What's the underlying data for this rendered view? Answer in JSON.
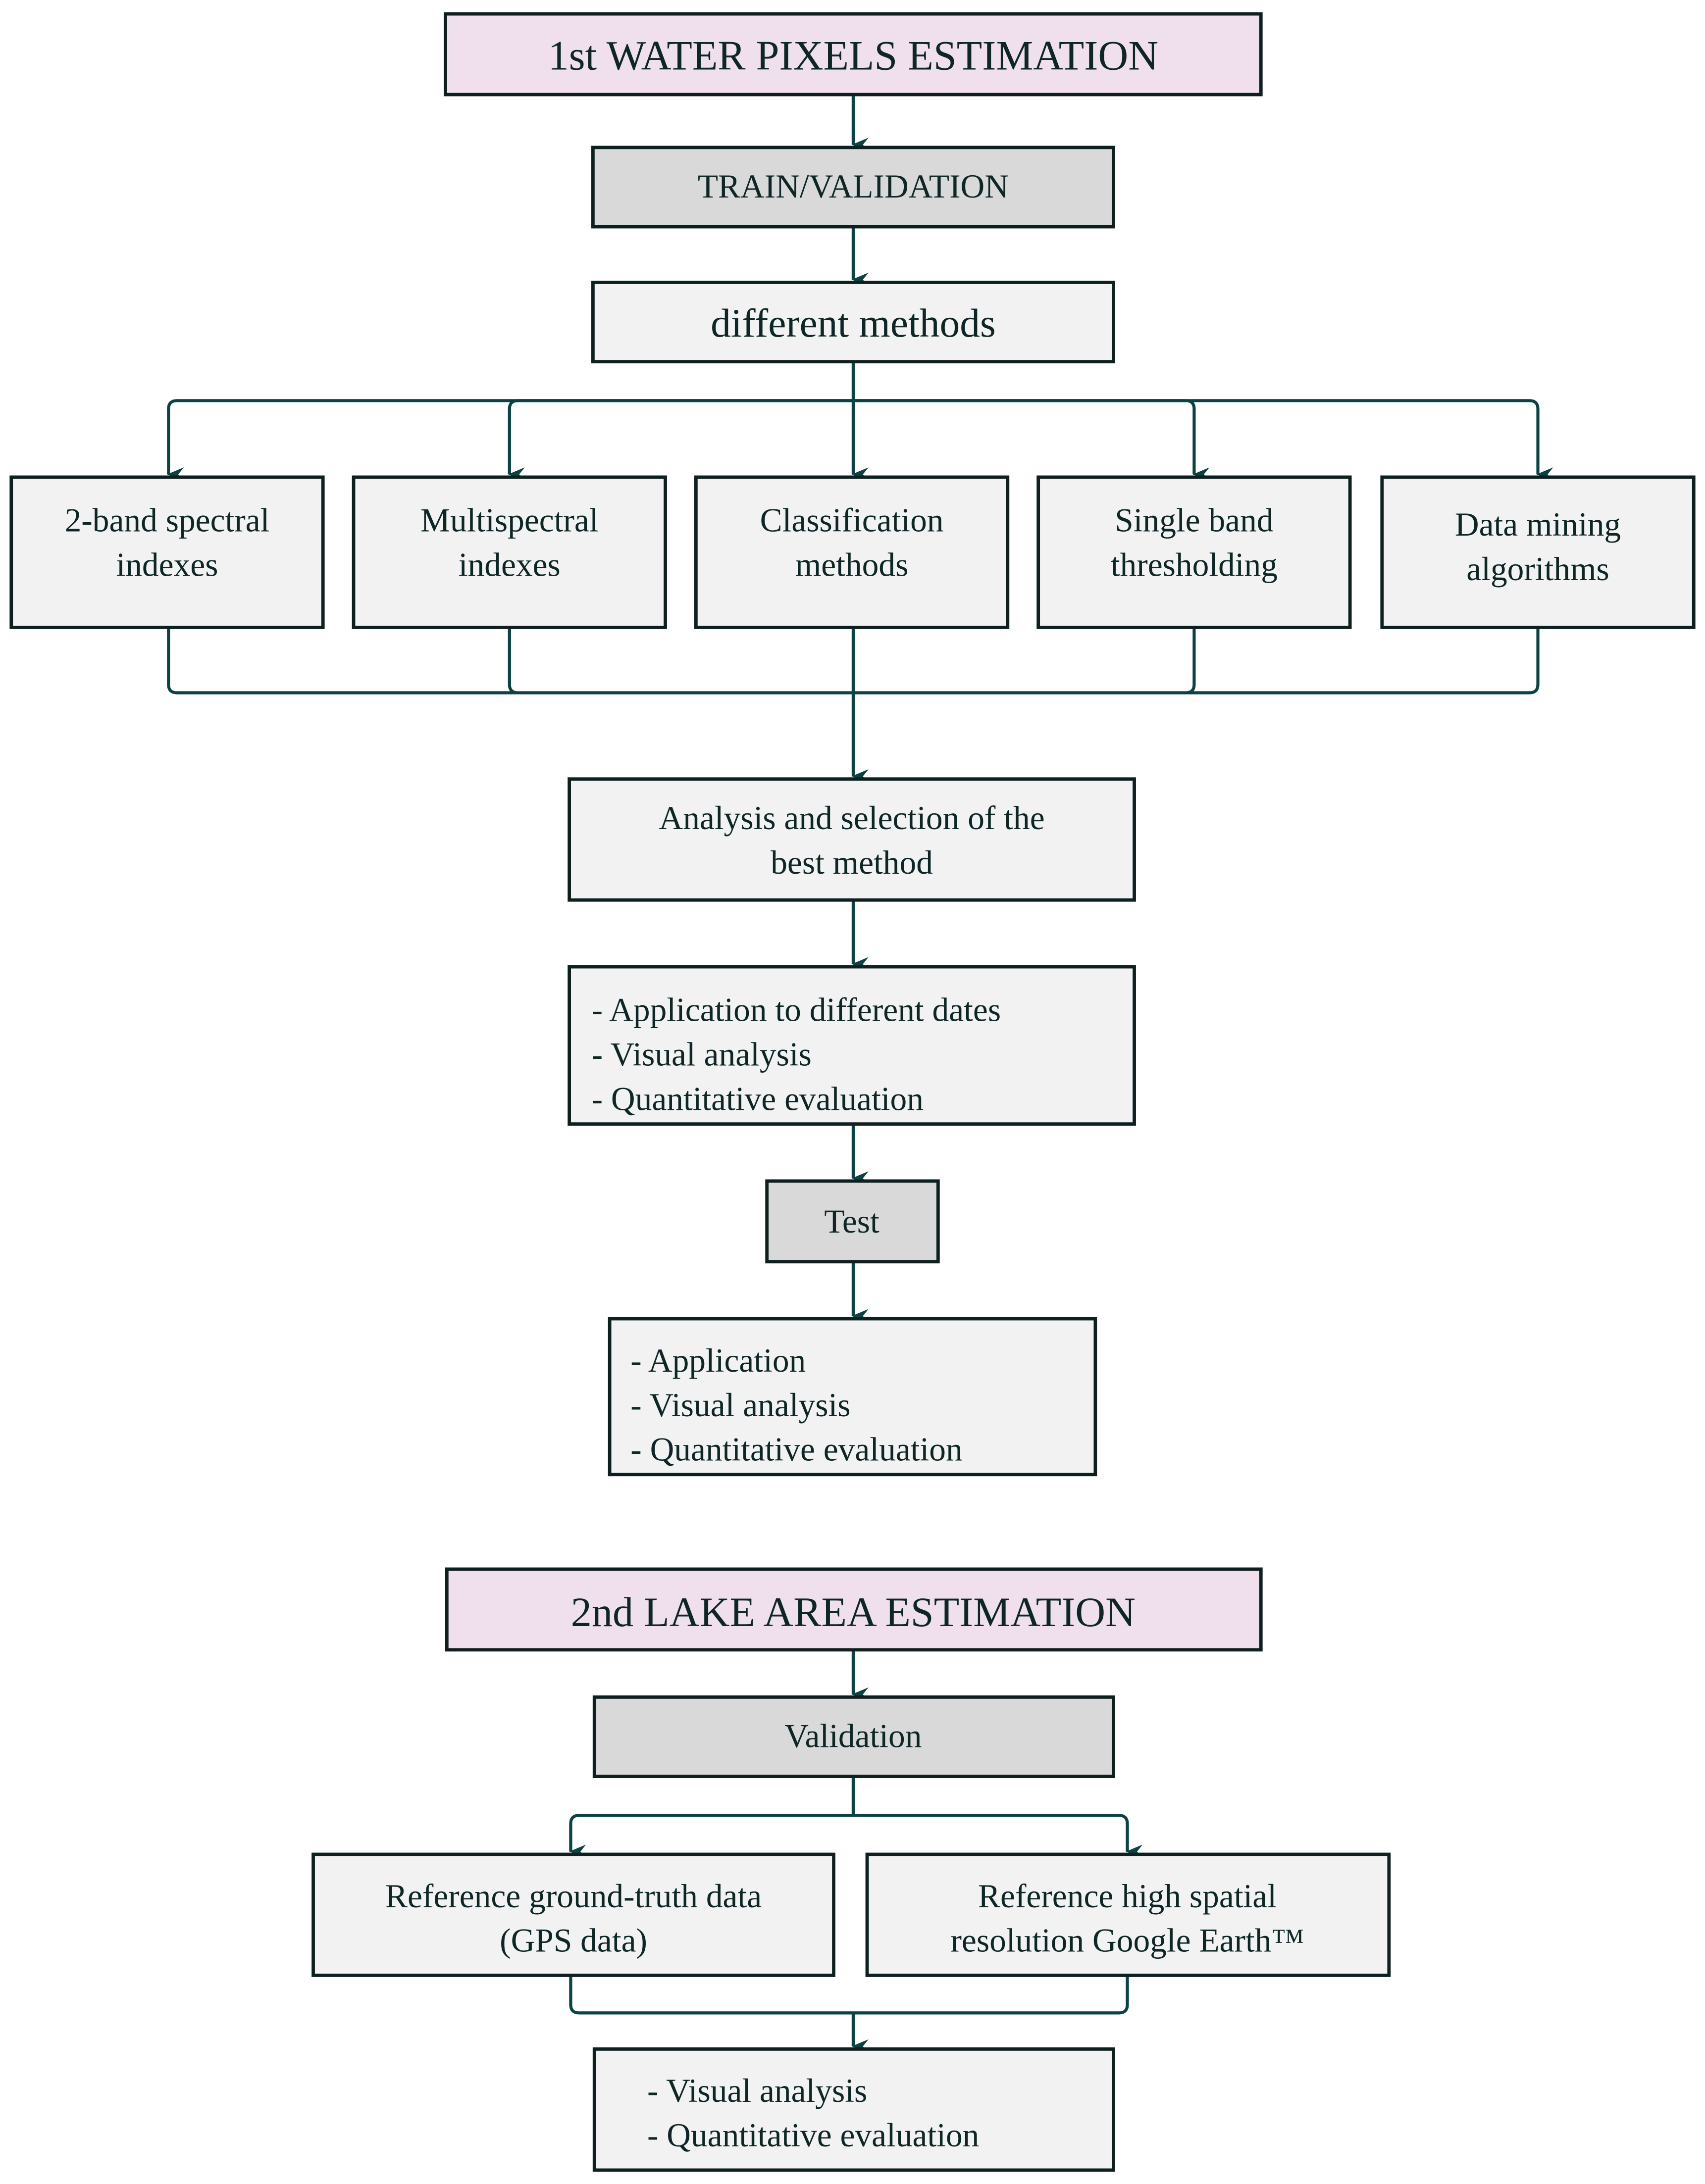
{
  "stage1": {
    "title": "1st WATER PIXELS ESTIMATION",
    "train_validation": "TRAIN/VALIDATION",
    "different_methods": "different methods",
    "methods": [
      {
        "lines": [
          "2-band spectral",
          "indexes"
        ]
      },
      {
        "lines": [
          "Multispectral",
          "indexes"
        ]
      },
      {
        "lines": [
          "Classification",
          "methods"
        ]
      },
      {
        "lines": [
          "Single band",
          "thresholding"
        ]
      },
      {
        "lines": [
          "Data mining",
          "algorithms"
        ]
      }
    ],
    "analysis": {
      "lines": [
        "Analysis and selection of the",
        "best method"
      ]
    },
    "application": {
      "lines": [
        "- Application to different dates",
        "- Visual analysis",
        "- Quantitative evaluation"
      ]
    },
    "test": "Test",
    "test_result": {
      "lines": [
        "- Application",
        "- Visual analysis",
        "- Quantitative evaluation"
      ]
    }
  },
  "stage2": {
    "title": "2nd LAKE AREA ESTIMATION",
    "validation": "Validation",
    "references": [
      {
        "lines": [
          "Reference ground-truth data",
          "(GPS data)"
        ]
      },
      {
        "lines": [
          "Reference high spatial",
          "resolution Google Earth™"
        ]
      }
    ],
    "result": {
      "lines": [
        "- Visual analysis",
        "- Quantitative evaluation"
      ]
    }
  },
  "colors": {
    "pink_box": "#f0e0ee",
    "gray_box": "#d9d9d9",
    "light_box": "#f2f2f2",
    "connector": "#0b4242"
  }
}
